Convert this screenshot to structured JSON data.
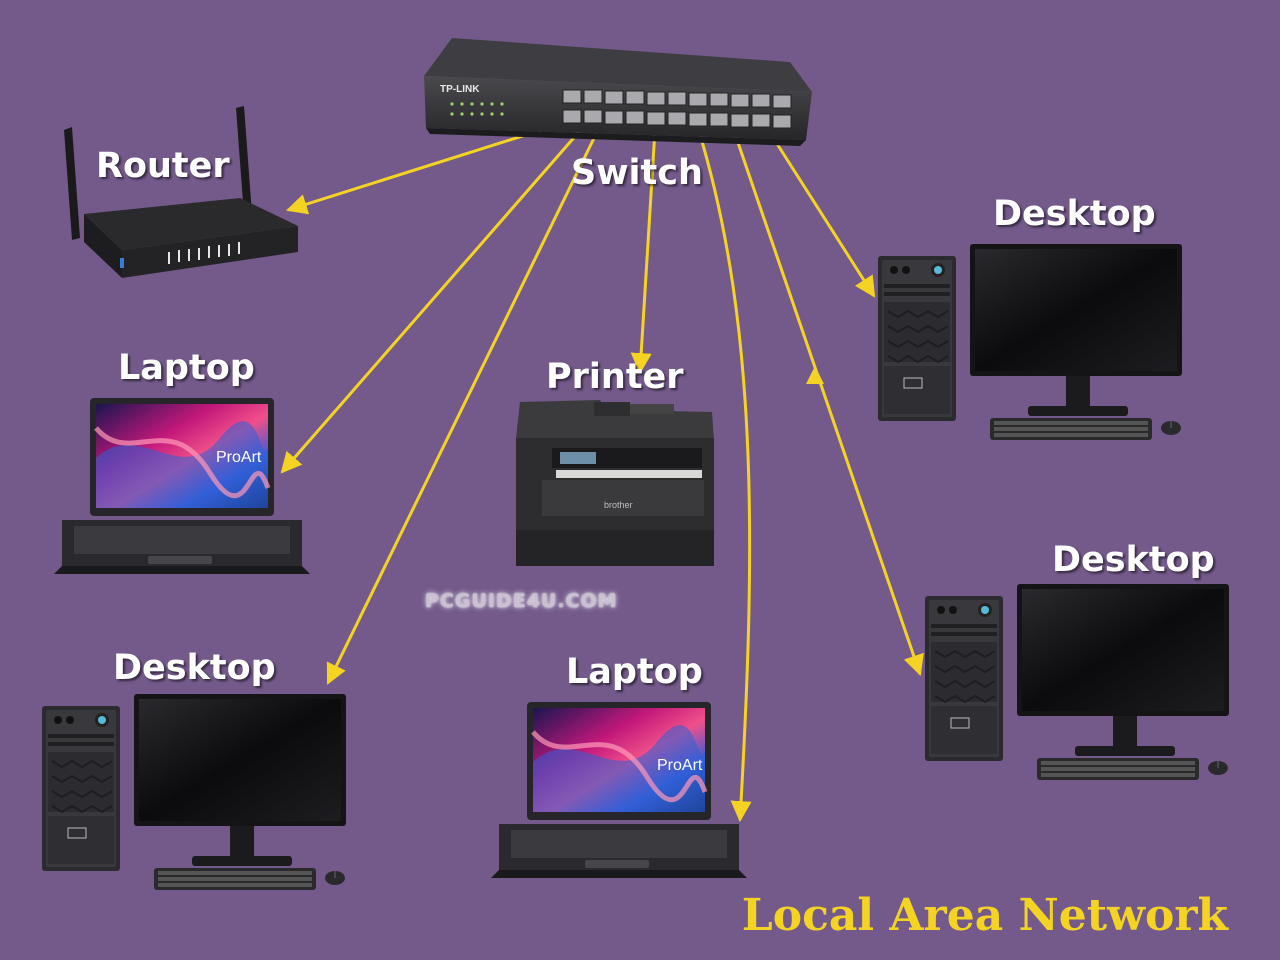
{
  "title": "Local Area Network",
  "watermark": "PCGUIDE4U.COM",
  "colors": {
    "background": "#735A8B",
    "connection": "#F4D323",
    "title": "#F4D323",
    "label": "#FFFFFF"
  },
  "devices": {
    "switch": {
      "label": "Switch",
      "brand": "TP-LINK",
      "icon": "network-switch"
    },
    "router": {
      "label": "Router",
      "icon": "router"
    },
    "laptop_left": {
      "label": "Laptop",
      "screen_text": "ProArt",
      "icon": "laptop"
    },
    "printer": {
      "label": "Printer",
      "brand": "brother",
      "icon": "printer"
    },
    "desktop_top_right": {
      "label": "Desktop",
      "icon": "desktop-computer"
    },
    "desktop_right": {
      "label": "Desktop",
      "icon": "desktop-computer"
    },
    "desktop_bottom_left": {
      "label": "Desktop",
      "icon": "desktop-computer"
    },
    "laptop_bottom": {
      "label": "Laptop",
      "screen_text": "ProArt",
      "icon": "laptop"
    }
  }
}
